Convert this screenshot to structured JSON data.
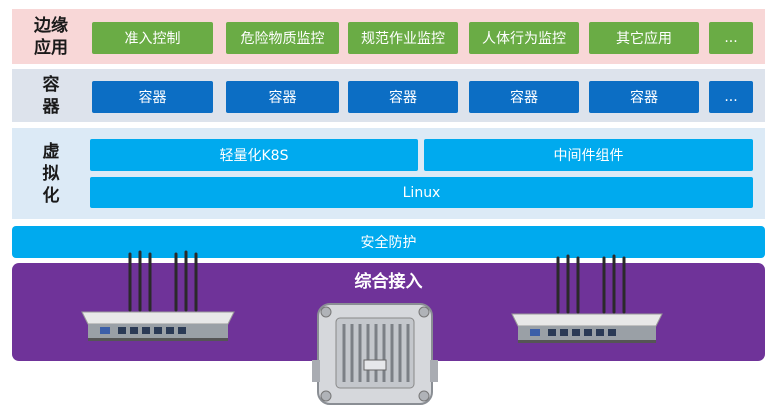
{
  "edge": {
    "label": [
      "边缘",
      "应用"
    ],
    "items": [
      "准入控制",
      "危险物质监控",
      "规范作业监控",
      "人体行为监控",
      "其它应用",
      "..."
    ],
    "color": "#6aac45"
  },
  "container": {
    "label": [
      "容",
      "器"
    ],
    "items": [
      "容器",
      "容器",
      "容器",
      "容器",
      "容器",
      "..."
    ],
    "color": "#0c6ec4"
  },
  "virtualization": {
    "label": [
      "虚",
      "拟",
      "化"
    ],
    "k8s": "轻量化K8S",
    "middleware": "中间件组件",
    "linux": "Linux",
    "color": "#00aaee"
  },
  "security": {
    "label": "安全防护"
  },
  "access": {
    "title": "综合接入",
    "color": "#6f3399",
    "devices": [
      "router-with-antennas",
      "outdoor-gateway",
      "router-with-antennas"
    ]
  }
}
